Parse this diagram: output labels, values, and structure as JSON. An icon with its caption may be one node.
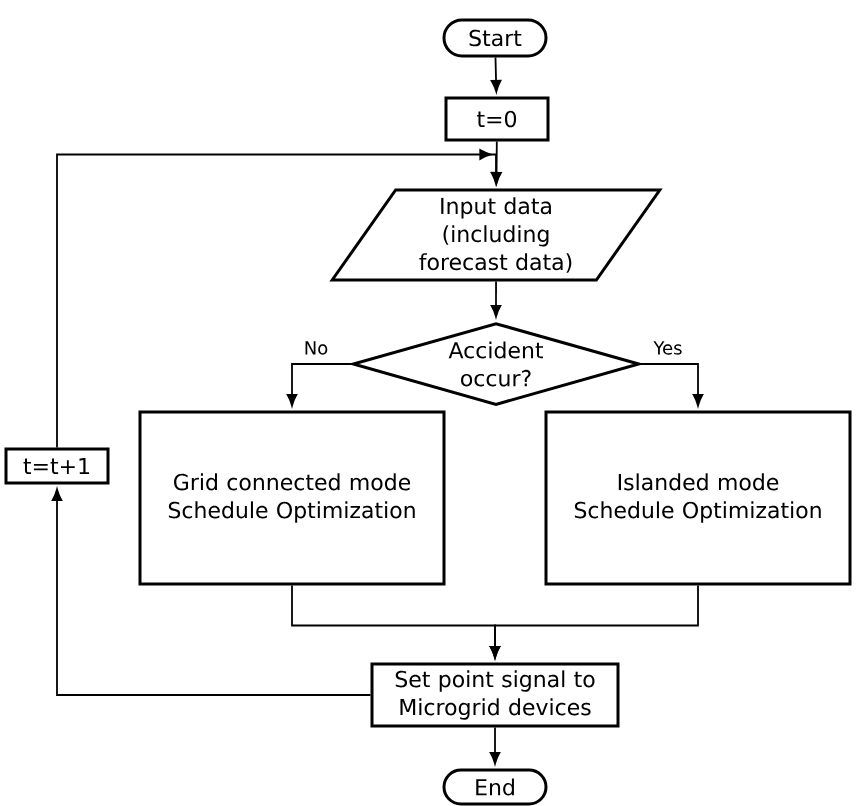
{
  "diagram": {
    "nodes": [
      {
        "text": [
          "Start"
        ]
      },
      {
        "text": [
          "t=0"
        ]
      },
      {
        "text": [
          "Input data (including forecast data)"
        ]
      },
      {
        "text": [
          "Accident occur?"
        ]
      },
      {
        "text": [
          "t=t+1"
        ]
      },
      {
        "text": [
          "Grid connected mode Schedule Optimization"
        ]
      },
      {
        "text": [
          "Islanded mode Schedule Optimization"
        ]
      },
      {
        "text": [
          "Set point signal to Microgrid devices"
        ]
      },
      {
        "text": [
          "End"
        ]
      }
    ],
    "edges": [
      {
        "from": 0,
        "to": 1,
        "arrow": "to"
      },
      {
        "from": 1,
        "to": 2,
        "arrow": "to"
      },
      {
        "from": 2,
        "to": 3,
        "arrow": "to"
      },
      {
        "from": 3,
        "to": 5,
        "arrow": "to",
        "label": "No"
      },
      {
        "from": 3,
        "to": 6,
        "arrow": "to",
        "label": "Yes"
      },
      {
        "from": 5,
        "to": 7,
        "arrow": "to"
      },
      {
        "from": 6,
        "to": 7,
        "arrow": "to"
      },
      {
        "from": 7,
        "to": 4,
        "arrow": "to"
      },
      {
        "from": 4,
        "to": 2,
        "arrow": "to"
      },
      {
        "from": 7,
        "to": 8,
        "arrow": "to"
      }
    ]
  }
}
